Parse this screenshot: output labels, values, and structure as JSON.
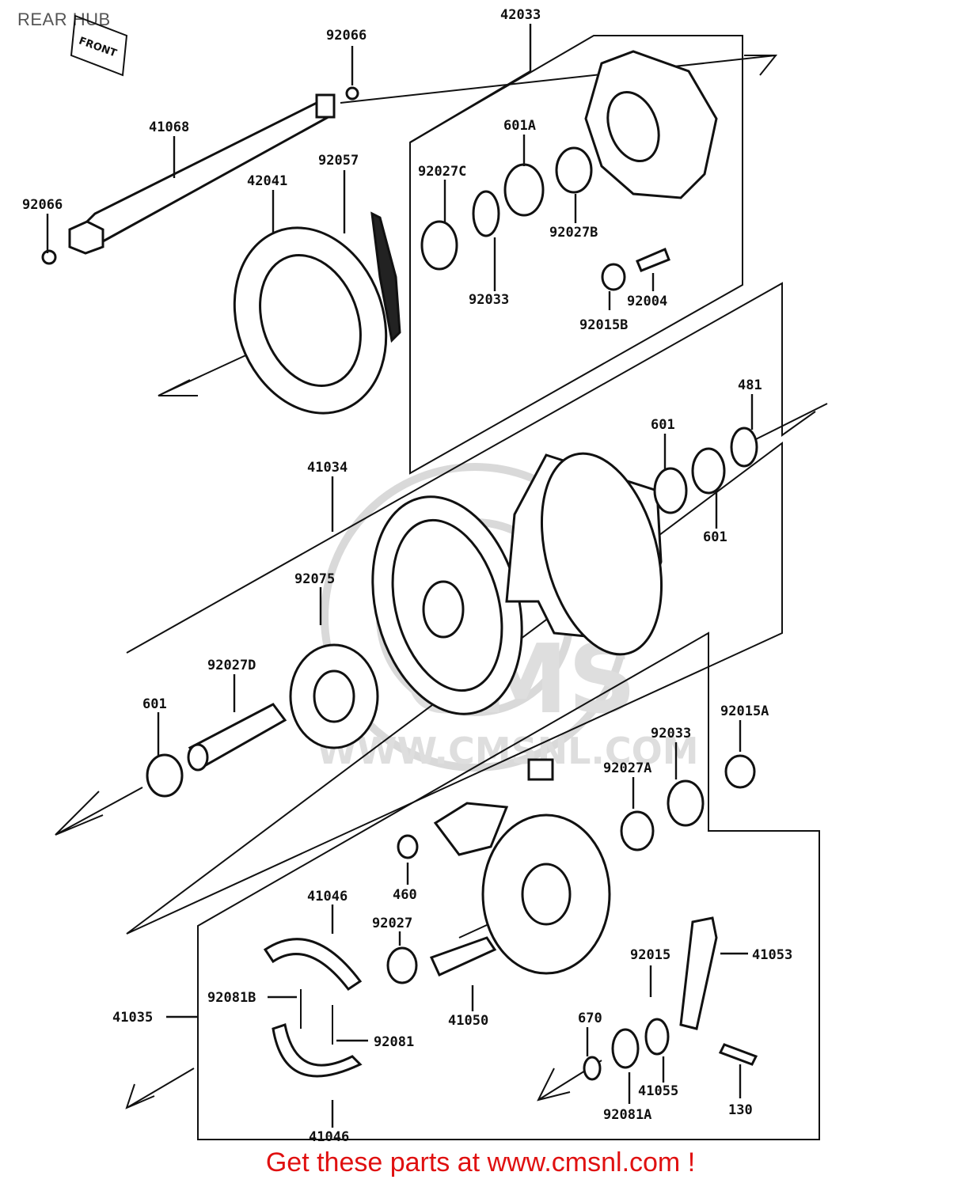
{
  "page": {
    "title": "REAR HUB"
  },
  "promo": {
    "text": "Get these parts at www.cmsnl.com !"
  },
  "watermark": {
    "brand": "CMS",
    "url": "WWW.CMSNL.COM"
  },
  "front_marker": {
    "text": "FRONT"
  },
  "labels": {
    "l42033": "42033",
    "l92066_top": "92066",
    "l41068": "41068",
    "l92066_left": "92066",
    "l92057": "92057",
    "l42041": "42041",
    "l601A": "601A",
    "l92027C": "92027C",
    "l92027B": "92027B",
    "l92033_top": "92033",
    "l92004": "92004",
    "l92015B": "92015B",
    "l481": "481",
    "l601_a": "601",
    "l601_b": "601",
    "l41034": "41034",
    "l92075": "92075",
    "l92027D": "92027D",
    "l601_c": "601",
    "l92015A": "92015A",
    "l92033_mid": "92033",
    "l92027A": "92027A",
    "l460": "460",
    "l41046_top": "41046",
    "l92027": "92027",
    "l92015": "92015",
    "l41053": "41053",
    "l92081B": "92081B",
    "l41035": "41035",
    "l41050": "41050",
    "l92081": "92081",
    "l670": "670",
    "l41055": "41055",
    "l130": "130",
    "l92081A": "92081A",
    "l41046_bot": "41046"
  },
  "colors": {
    "ink": "#111111",
    "title": "#555555",
    "promo": "#e01010",
    "watermark": "#dedede"
  }
}
